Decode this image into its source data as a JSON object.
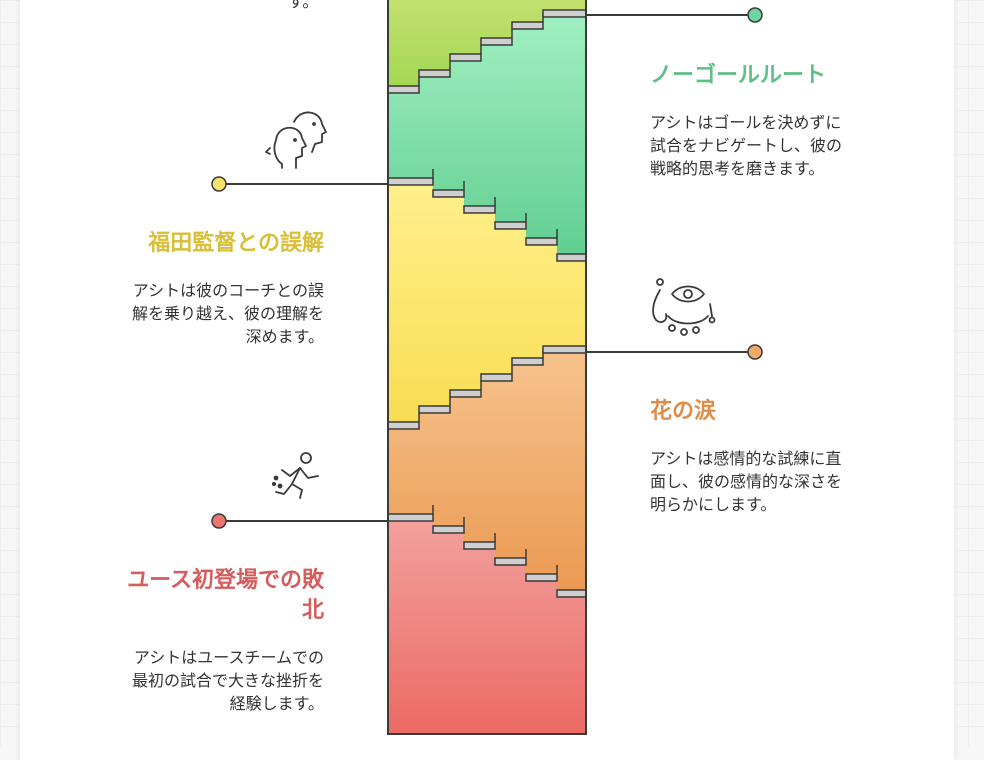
{
  "colors": {
    "green_top": "#b7e06a",
    "green": "#6fd59e",
    "yellow": "#fbe36a",
    "orange": "#f0aa6a",
    "red": "#ee7570",
    "title_green": "#5fbf84",
    "title_yellow": "#d8be39",
    "title_orange": "#df8c46",
    "title_red": "#d75b5b"
  },
  "partial_text": "す。",
  "stages": [
    {
      "id": "no-goal-route",
      "title": "ノーゴールルート",
      "lines": [
        "アシトはゴールを決めずに",
        "試合をナビゲートし、彼の",
        "戦略的思考を磨きます。"
      ],
      "icon": "lightbulb-icon",
      "color": "title_green"
    },
    {
      "id": "misunderstanding",
      "title": "福田監督との誤解",
      "lines": [
        "アシトは彼のコーチとの誤",
        "解を乗り越え、彼の理解を",
        "深めます。"
      ],
      "icon": "two-faces-icon",
      "color": "title_yellow"
    },
    {
      "id": "tears",
      "title": "花の涙",
      "lines": [
        "アシトは感情的な試練に直",
        "面し、彼の感情的な深さを",
        "明らかにします。"
      ],
      "icon": "crying-eye-icon",
      "color": "title_orange"
    },
    {
      "id": "first-defeat",
      "title": "ユース初登場での敗北",
      "title_lines": [
        "ユース初登場での敗",
        "北"
      ],
      "lines": [
        "アシトはユースチームでの",
        "最初の試合で大きな挫折を",
        "経験します。"
      ],
      "icon": "running-person-icon",
      "color": "title_red"
    }
  ]
}
